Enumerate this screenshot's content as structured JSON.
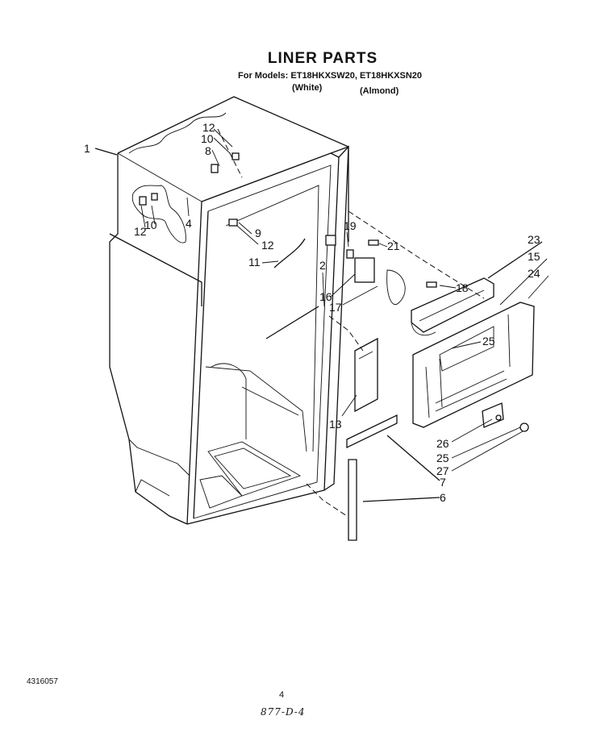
{
  "header": {
    "title": "LINER PARTS",
    "models_line": "For Models: ET18HKXSW20, ET18HKXSN20",
    "color_white": "(White)",
    "color_almond": "(Almond)"
  },
  "footer": {
    "part_number": "4316057",
    "page_number": "4",
    "handwritten_note": "877-D-4"
  },
  "callouts": [
    "1",
    "12",
    "10",
    "8",
    "4",
    "12",
    "10",
    "9",
    "12",
    "11",
    "2",
    "19",
    "21",
    "16",
    "18",
    "17",
    "23",
    "15",
    "24",
    "25",
    "13",
    "26",
    "25",
    "27",
    "7",
    "6"
  ]
}
